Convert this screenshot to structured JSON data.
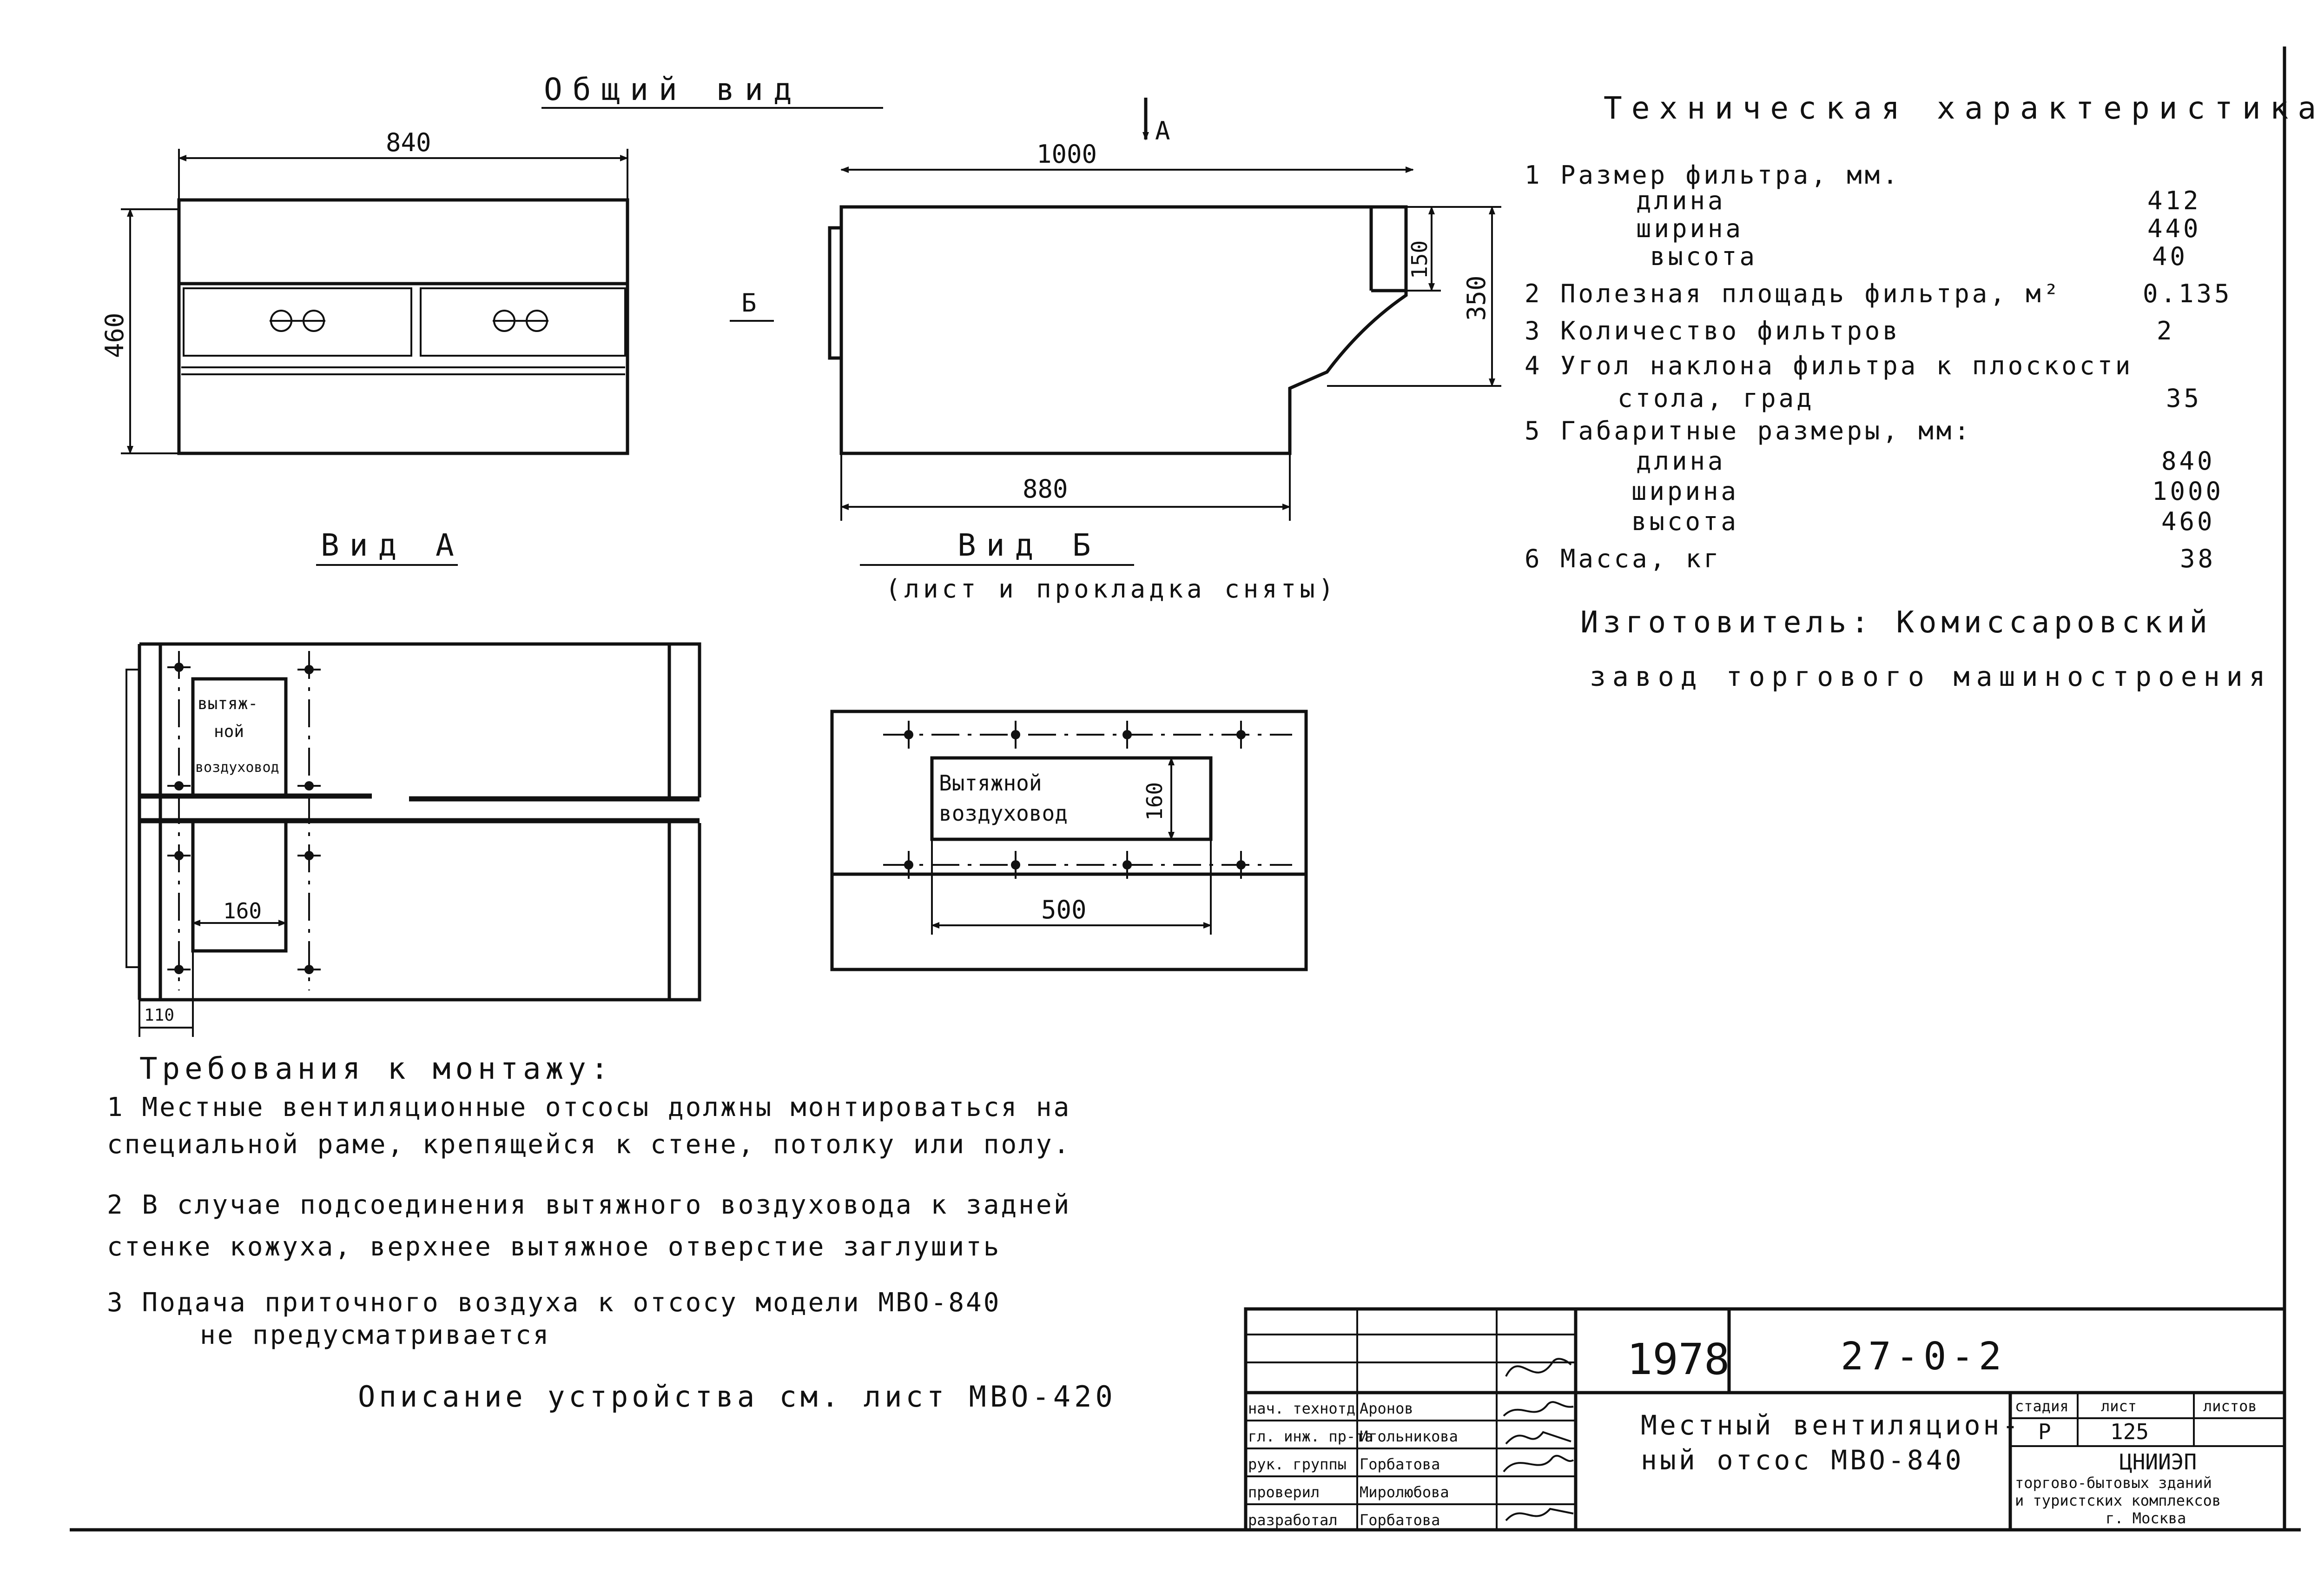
{
  "views": {
    "general": {
      "title": "Общий вид",
      "width": "840",
      "height": "460",
      "side_marker": "Б"
    },
    "side_b": {
      "marker": "А",
      "top_length": "1000",
      "bottom_length": "880",
      "h_small": "150",
      "h_total": "350",
      "title": "Вид Б",
      "subtitle": "(лист и прокладка сняты)"
    },
    "view_a": {
      "title": "Вид А",
      "duct_label": [
        "вытяж-",
        "ной",
        "воздуховод"
      ],
      "width_dim": "160",
      "offset_dim": "110"
    },
    "duct_plan": {
      "duct_label": [
        "Вытяжной",
        "воздуховод"
      ],
      "height_dim": "160",
      "width_dim": "500"
    }
  },
  "specs": {
    "title": "Техническая характеристика",
    "rows": [
      {
        "label": "1 Размер фильтра, мм.",
        "value": ""
      },
      {
        "label": "длина",
        "value": "412"
      },
      {
        "label": "ширина",
        "value": "440"
      },
      {
        "label": "высота",
        "value": "40"
      },
      {
        "label": "2 Полезная площадь фильтра, м²",
        "value": "0.135"
      },
      {
        "label": "3 Количество фильтров",
        "value": "2"
      },
      {
        "label": "4 Угол наклона фильтра к плоскости",
        "value": ""
      },
      {
        "label": "стола, град",
        "value": "35"
      },
      {
        "label": "5 Габаритные размеры, мм:",
        "value": ""
      },
      {
        "label": "длина",
        "value": "840"
      },
      {
        "label": "ширина",
        "value": "1000"
      },
      {
        "label": "высота",
        "value": "460"
      },
      {
        "label": "6 Масса, кг",
        "value": "38"
      }
    ],
    "maker_line1": "Изготовитель: Комиссаровский",
    "maker_line2": "завод торгового машиностроения"
  },
  "requirements": {
    "title": "Требования к монтажу:",
    "lines": [
      "1 Местные вентиляционные отсосы должны монтироваться на",
      "специальной раме, крепящейся к стене, потолку или полу.",
      "2 В случае подсоединения вытяжного воздуховода к задней",
      "стенке кожуха, верхнее вытяжное отверстие заглушить",
      "3 Подача приточного воздуха к отсосу модели МВО-840",
      "не предусматривается"
    ],
    "footer": "Описание устройства см. лист МВО-420"
  },
  "title_block": {
    "year": "1978",
    "code": "27-0-2",
    "name_line1": "Местный вентиляцион-",
    "name_line2": "ный отсос МВО-840",
    "stage_label": "стадия",
    "sheet_label": "лист",
    "sheets_label": "листов",
    "stage": "Р",
    "sheet": "125",
    "org_line1": "ЦНИИЭП",
    "org_line2": "торгово-бытовых зданий",
    "org_line3": "и туристских комплексов",
    "org_line4": "г. Москва",
    "people": [
      {
        "role": "нач. технотд",
        "name": "Аронов"
      },
      {
        "role": "гл. инж. пр-та",
        "name": "Игольникова"
      },
      {
        "role": "рук. группы",
        "name": "Горбатова"
      },
      {
        "role": "проверил",
        "name": "Миролюбова"
      },
      {
        "role": "разработал",
        "name": "Горбатова"
      }
    ]
  }
}
